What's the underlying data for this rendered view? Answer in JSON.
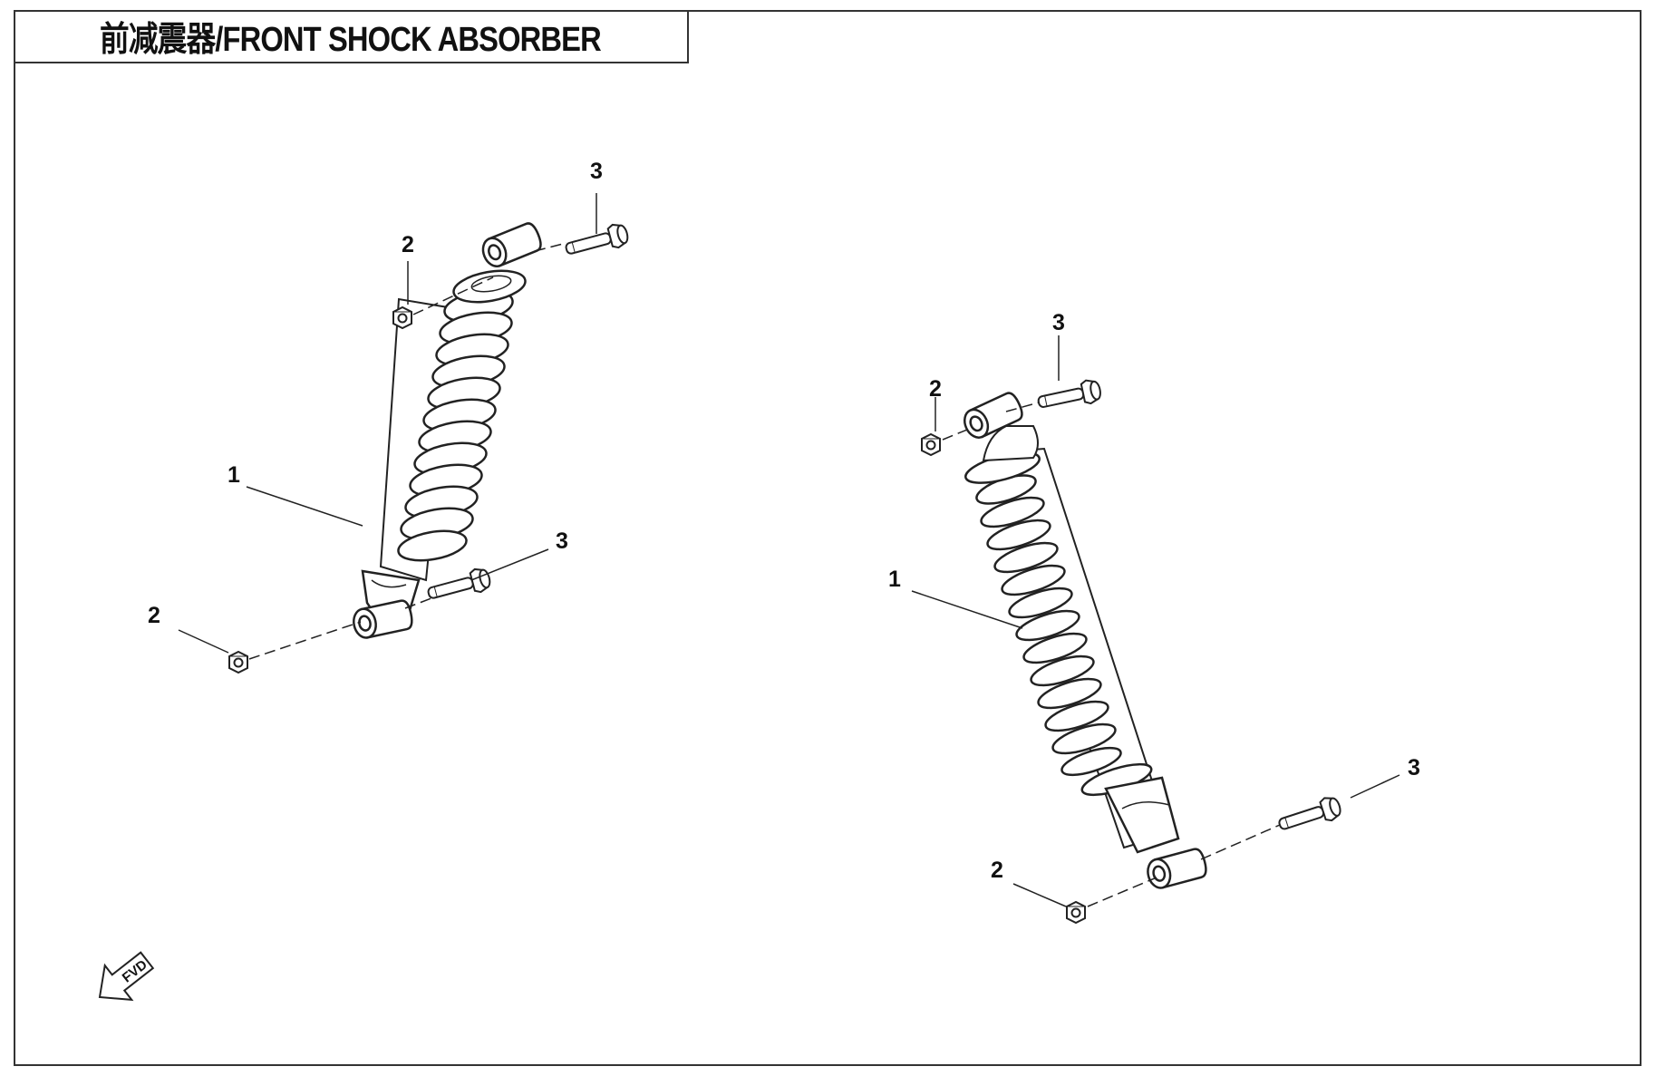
{
  "title": "前减震器/FRONT SHOCK ABSORBER",
  "forward_label": "FVD",
  "callouts": {
    "left_shock": "1",
    "left_top_nut": "2",
    "left_top_bolt": "3",
    "left_bottom_nut": "2",
    "left_bottom_bolt": "3",
    "right_shock": "1",
    "right_top_nut": "2",
    "right_top_bolt": "3",
    "right_bottom_nut": "2",
    "right_bottom_bolt": "3"
  },
  "colors": {
    "line": "#222222",
    "background": "#ffffff"
  }
}
